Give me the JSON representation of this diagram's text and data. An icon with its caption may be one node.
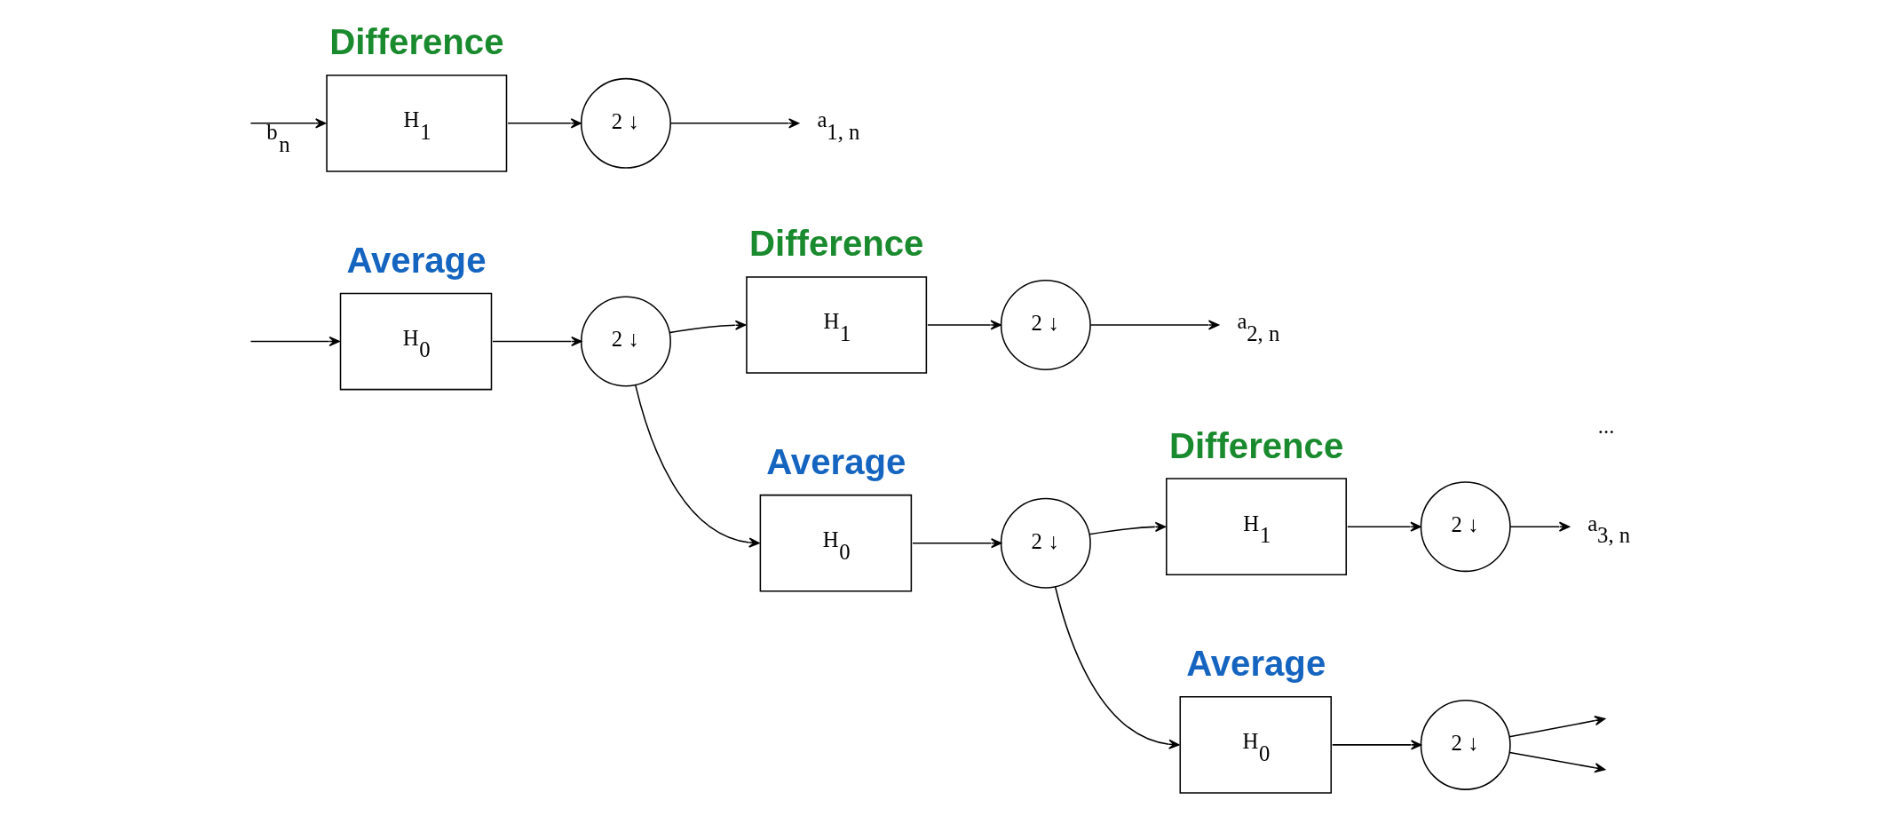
{
  "diagram": {
    "nodes": [
      {
        "text": [
          "H$_{1}$"
        ],
        "beside": [
          "Difference"
        ]
      },
      {
        "text": [
          "2 ↓"
        ]
      },
      {
        "text": [
          "a$_{1, n}$"
        ]
      },
      {
        "text": [
          "H$_{0}$"
        ],
        "beside": [
          "Average"
        ]
      },
      {
        "text": [
          "2 ↓"
        ]
      },
      {
        "text": [
          "H$_{1}$"
        ],
        "beside": [
          "Difference"
        ]
      },
      {
        "text": [
          "2 ↓"
        ]
      },
      {
        "text": [
          "a$_{2, n}$"
        ]
      },
      {
        "text": [
          "H$_{0}$"
        ],
        "beside": [
          "Average"
        ]
      },
      {
        "text": [
          "2 ↓"
        ]
      },
      {
        "text": [
          "H$_{1}$"
        ],
        "beside": [
          "Difference"
        ]
      },
      {
        "text": [
          "2 ↓"
        ]
      },
      {
        "text": [
          "a$_{3, n}$"
        ]
      },
      {
        "text": [
          "H$_{0}$"
        ],
        "beside": [
          "Average"
        ]
      },
      {
        "text": [
          "2 ↓"
        ]
      }
    ],
    "edges": [
      {
        "from": null,
        "to": 0,
        "arrow": "to",
        "label": "b$_{n}$"
      },
      {
        "from": null,
        "to": 3,
        "arrow": "to"
      },
      {
        "from": 0,
        "to": 1,
        "arrow": "to"
      },
      {
        "from": 1,
        "to": 2,
        "arrow": "to"
      },
      {
        "from": 3,
        "to": 4,
        "arrow": "to"
      },
      {
        "from": 4,
        "to": 5,
        "arrow": "to"
      },
      {
        "from": 4,
        "to": 8,
        "arrow": "to"
      },
      {
        "from": 5,
        "to": 6,
        "arrow": "to"
      },
      {
        "from": 6,
        "to": 7,
        "arrow": "to"
      },
      {
        "from": 8,
        "to": 9,
        "arrow": "to"
      },
      {
        "from": 9,
        "to": 10,
        "arrow": "to"
      },
      {
        "from": 9,
        "to": 13,
        "arrow": "to"
      },
      {
        "from": 10,
        "to": 11,
        "arrow": "to"
      },
      {
        "from": 11,
        "to": 12,
        "arrow": "to"
      },
      {
        "from": 13,
        "to": 14,
        "arrow": "to"
      },
      {
        "from": 14,
        "to": null,
        "arrow": "to"
      },
      {
        "from": 14,
        "to": null,
        "arrow": "to"
      }
    ],
    "labels": [
      "..."
    ]
  }
}
